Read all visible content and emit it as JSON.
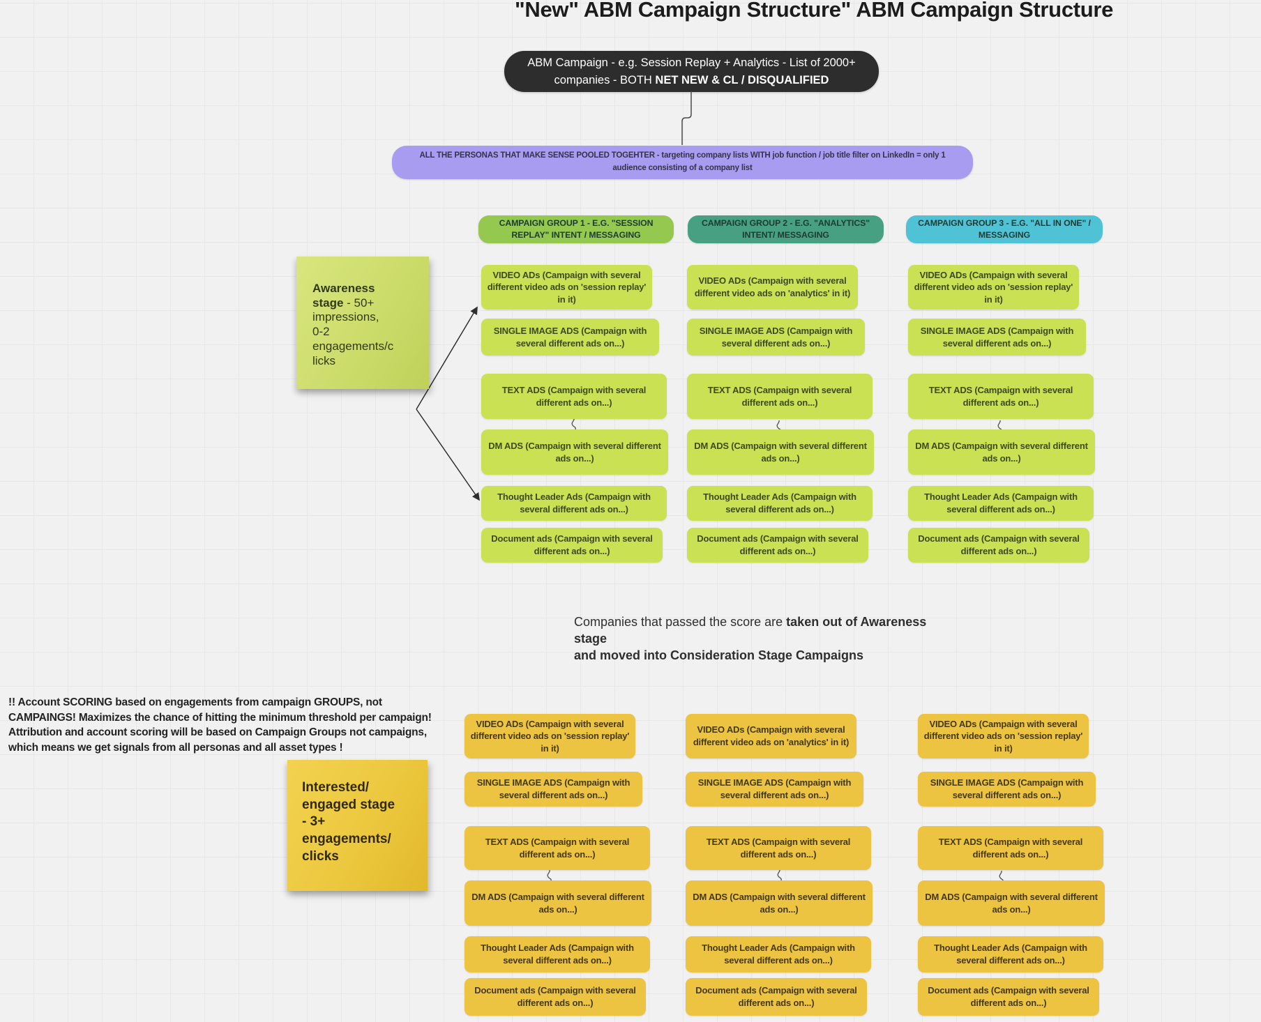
{
  "title": "\"New\" ABM Campaign Structure\" ABM Campaign Structure",
  "root_node": {
    "text": "ABM Campaign - e.g. Session Replay + Analytics  - List of 2000+ companies - BOTH ",
    "text_bold": "NET NEW & CL / DISQUALIFIED"
  },
  "audience_node": {
    "text": "ALL THE PERSONAS THAT MAKE SENSE POOLED TOGEHTER -  targeting company lists WITH job function / job title filter on LinkedIn = only 1 audience consisting of a company list"
  },
  "campaign_groups": [
    {
      "label": "CAMPAIGN GROUP 1 - E.G. \"SESSION REPLAY\" INTENT  / MESSAGING",
      "color": "#94c84e"
    },
    {
      "label": "CAMPAIGN GROUP 2 - E.G. \"ANALYTICS\" INTENT/ MESSAGING",
      "color": "#47a082"
    },
    {
      "label": "CAMPAIGN GROUP 3 - E.G. \"ALL IN ONE\" / MESSAGING",
      "color": "#4fc3d5"
    }
  ],
  "stages": [
    {
      "id": "awareness",
      "columns": [
        {
          "ads": [
            "VIDEO ADs (Campaign with several different video ads on 'session replay' in it)",
            "SINGLE IMAGE ADS (Campaign with several different ads on...)",
            "TEXT ADS (Campaign with several different ads on...)",
            "DM ADS (Campaign with several different ads on...)",
            "Thought Leader Ads (Campaign with several different ads on...)",
            "Document ads (Campaign with several different ads on...)"
          ]
        },
        {
          "ads": [
            "VIDEO ADs (Campaign with several different video ads on 'analytics' in it)",
            "SINGLE IMAGE ADS (Campaign with several different ads on...)",
            "TEXT ADS (Campaign with several different ads on...)",
            "DM ADS (Campaign with several different ads on...)",
            "Thought Leader Ads (Campaign with several different ads on...)",
            "Document ads (Campaign with several different ads on...)"
          ]
        },
        {
          "ads": [
            "VIDEO ADs (Campaign with several different video ads on 'session replay' in it)",
            "SINGLE IMAGE ADS (Campaign with several different ads on...)",
            "TEXT ADS (Campaign with several different ads on...)",
            "DM ADS (Campaign with several different ads on...)",
            "Thought Leader Ads (Campaign with several different ads on...)",
            "Document ads (Campaign with several different ads on...)"
          ]
        }
      ]
    },
    {
      "id": "consideration",
      "columns": [
        {
          "ads": [
            "VIDEO ADs (Campaign with several different video ads on 'session replay' in it)",
            "SINGLE IMAGE ADS (Campaign with several different ads on...)",
            "TEXT ADS (Campaign with several different ads on...)",
            "DM ADS (Campaign with several different ads on...)",
            "Thought Leader Ads (Campaign with several different ads on...)",
            "Document ads (Campaign with several different ads on...)"
          ]
        },
        {
          "ads": [
            "VIDEO ADs (Campaign with several different video ads on 'analytics' in it)",
            "SINGLE IMAGE ADS (Campaign with several different ads on...)",
            "TEXT ADS (Campaign with several different ads on...)",
            "DM ADS (Campaign with several different ads on...)",
            "Thought Leader Ads (Campaign with several different ads on...)",
            "Document ads (Campaign with several different ads on...)"
          ]
        },
        {
          "ads": [
            "VIDEO ADs (Campaign with several different video ads on 'session replay' in it)",
            "SINGLE IMAGE ADS (Campaign with several different ads on...)",
            "TEXT ADS (Campaign with several different ads on...)",
            "DM ADS (Campaign with several different ads on...)",
            "Thought Leader Ads (Campaign with several different ads on...)",
            "Document ads (Campaign with several different ads on...)"
          ]
        }
      ]
    }
  ],
  "awareness_note": {
    "bold": "Awareness\nstage",
    "text": " - 50+\nimpressions,\n0-2\nengagements/c\nlicks"
  },
  "interested_note": {
    "text": "Interested/\nengaged stage\n -  3+\nengagements/\nclicks"
  },
  "transition_text": {
    "regular": "Companies that passed the score are ",
    "bold": "taken out of Awareness\nstage\nand moved into Consideration Stage Campaigns"
  },
  "scoring_note": "!! Account SCORING based on engagements from campaign GROUPS, not\nCAMPAINGS! Maximizes the chance of hitting the minimum threshold per campaign!\nAttribution and account scoring will be based on Campaign Groups not campaigns,\nwhich means we get signals from  all personas and all asset types !",
  "colors": {
    "awareness_box": "#c9e153",
    "awareness_box_text": "#3e4a1e",
    "consideration_box": "#edc342",
    "consideration_box_text": "#45390f",
    "group_header_text": "#1d3b33",
    "audience_bg": "#a89cf1",
    "audience_text": "#34334c",
    "root_bg": "#2d2d2d",
    "root_text": "#ffffff"
  }
}
